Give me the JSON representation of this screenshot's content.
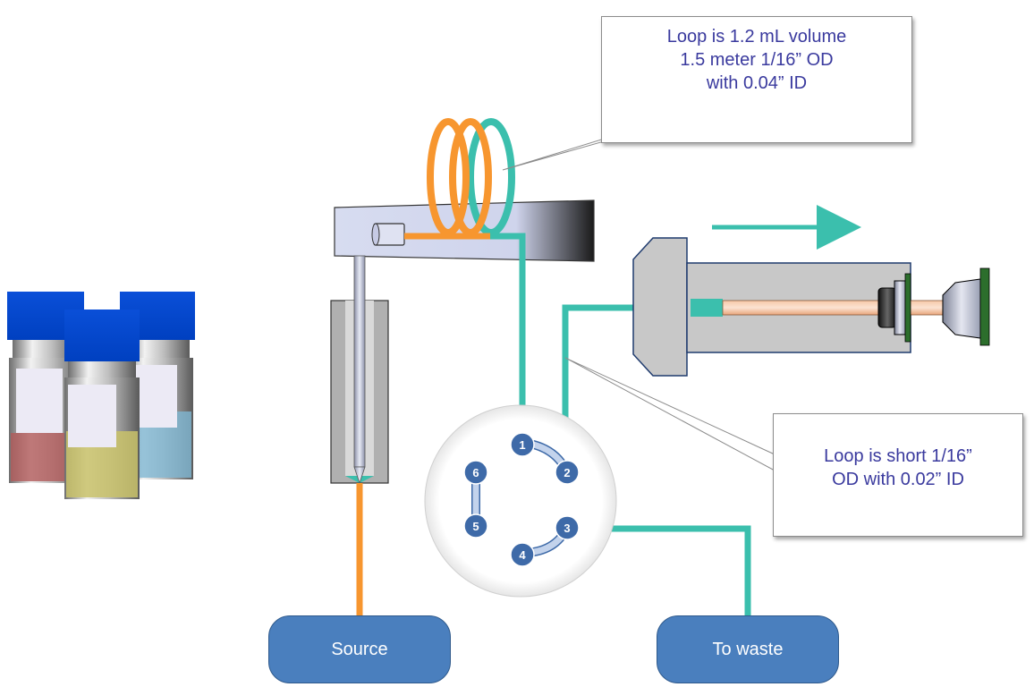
{
  "callouts": {
    "loop_volume": {
      "lines": [
        "Loop is 1.2 mL volume",
        "1.5 meter 1/16” OD",
        "with 0.04” ID"
      ]
    },
    "short_loop": {
      "lines": [
        "Loop is short 1/16”",
        "OD with 0.02” ID"
      ]
    }
  },
  "boxes": {
    "source": "Source",
    "waste": "To waste"
  },
  "valve": {
    "ports": [
      "1",
      "2",
      "3",
      "4",
      "5",
      "6"
    ]
  },
  "colors": {
    "orange_line": "#f7962f",
    "teal_line": "#3bbfad",
    "box_fill": "#4a7fbe",
    "callout_text": "#3a3a9e",
    "port_fill": "#3e6aa8"
  }
}
